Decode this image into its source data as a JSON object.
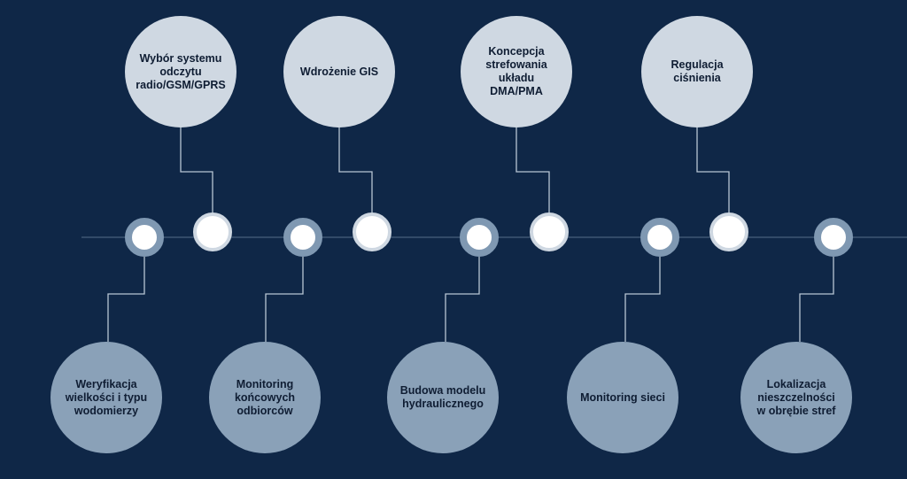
{
  "colors": {
    "background": "#0f2747",
    "top_bubble": "#cfd8e2",
    "bottom_bubble": "#8aa1b8",
    "connector": "#b8c6d4",
    "node_ring_dark": "#7f98b2",
    "node_ring_light": "#cfd8e2"
  },
  "top_items": [
    {
      "label": "Wybór systemu odczytu radio/GSM/GPRS"
    },
    {
      "label": "Wdrożenie GIS"
    },
    {
      "label": "Koncepcja strefowania układu DMA/PMA"
    },
    {
      "label": "Regulacja ciśnienia"
    }
  ],
  "bottom_items": [
    {
      "label": "Weryfikacja wielkości i typu wodomierzy"
    },
    {
      "label": "Monitoring końcowych odbiorców"
    },
    {
      "label": "Budowa modelu hydraulicznego"
    },
    {
      "label": "Monitoring sieci"
    },
    {
      "label": "Lokalizacja nieszczelności w obrębie stref"
    }
  ]
}
